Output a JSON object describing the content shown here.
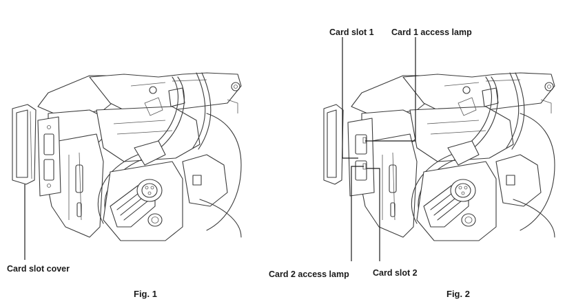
{
  "figures": [
    {
      "caption": "Fig. 1",
      "labels": {
        "card_slot_cover": "Card slot cover"
      }
    },
    {
      "caption": "Fig. 2",
      "labels": {
        "card_slot_1": "Card slot 1",
        "card_1_access_lamp": "Card 1 access lamp",
        "card_2_access_lamp": "Card 2 access lamp",
        "card_slot_2": "Card slot 2"
      }
    }
  ]
}
